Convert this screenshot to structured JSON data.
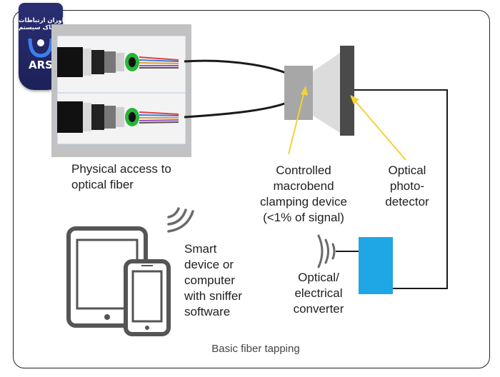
{
  "logo": {
    "line1": "فناوران ارتباطات",
    "line2": "رستاک سیستم",
    "mark": "ARS",
    "colors": {
      "badge": "#232a6e",
      "accent": "#3b7ff0"
    }
  },
  "labels": {
    "physical_access": [
      "Physical access to",
      "optical fiber"
    ],
    "clamping_device": [
      "Controlled",
      "macrobend",
      "clamping device",
      "(<1% of signal)"
    ],
    "photodetector": [
      "Optical",
      "photo-",
      "detector"
    ],
    "smart_device": [
      "Smart",
      "device or",
      "computer",
      "with sniffer",
      "software"
    ],
    "converter": [
      "Optical/",
      "electrical",
      "converter"
    ]
  },
  "caption": "Basic fiber tapping",
  "colors": {
    "converter_fill": "#1ea7e4",
    "arrow": "#f2d23a",
    "clamp": "#a7a7a7",
    "detector": "#4a4a4a",
    "device_outline": "#555555",
    "fiber_panel": "#bdbdbd"
  },
  "icons": {
    "tablet": "tablet-icon",
    "phone": "smartphone-icon",
    "wireless_left": "wireless-signal-icon",
    "wireless_converter": "wireless-signal-icon"
  }
}
